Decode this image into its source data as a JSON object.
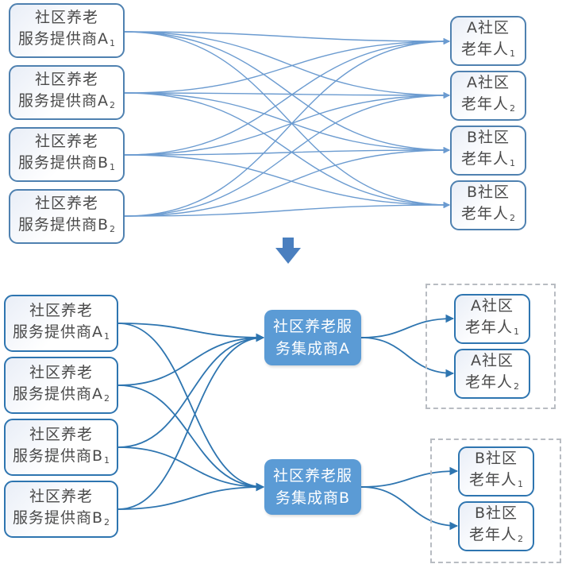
{
  "colors": {
    "node_border": "#4f81b0",
    "top_line": "#6b9bd0",
    "bottom_line": "#2e75b0",
    "integrator_fill": "#5b9bd5",
    "frame": "#b8bcc2",
    "arrow_down": "#4a7fbf"
  },
  "top": {
    "providers": [
      {
        "id": "A1",
        "line1": "社区养老",
        "line2": "服务提供商A",
        "sub": "1"
      },
      {
        "id": "A2",
        "line1": "社区养老",
        "line2": "服务提供商A",
        "sub": "2"
      },
      {
        "id": "B1",
        "line1": "社区养老",
        "line2": "服务提供商B",
        "sub": "1"
      },
      {
        "id": "B2",
        "line1": "社区养老",
        "line2": "服务提供商B",
        "sub": "2"
      }
    ],
    "elders": [
      {
        "id": "A1",
        "line1": "A社区",
        "line2": "老年人",
        "sub": "1"
      },
      {
        "id": "A2",
        "line1": "A社区",
        "line2": "老年人",
        "sub": "2"
      },
      {
        "id": "B1",
        "line1": "B社区",
        "line2": "老年人",
        "sub": "1"
      },
      {
        "id": "B2",
        "line1": "B社区",
        "line2": "老年人",
        "sub": "2"
      }
    ],
    "connections": "all-to-all"
  },
  "transition": {
    "icon": "down-arrow-icon"
  },
  "bottom": {
    "providers": [
      {
        "id": "A1",
        "line1": "社区养老",
        "line2": "服务提供商A",
        "sub": "1"
      },
      {
        "id": "A2",
        "line1": "社区养老",
        "line2": "服务提供商A",
        "sub": "2"
      },
      {
        "id": "B1",
        "line1": "社区养老",
        "line2": "服务提供商B",
        "sub": "1"
      },
      {
        "id": "B2",
        "line1": "社区养老",
        "line2": "服务提供商B",
        "sub": "2"
      }
    ],
    "integrators": [
      {
        "id": "A",
        "line1": "社区养老服",
        "line2": "务集成商A"
      },
      {
        "id": "B",
        "line1": "社区养老服",
        "line2": "务集成商B"
      }
    ],
    "groups": [
      {
        "id": "A",
        "elders": [
          {
            "id": "A1",
            "line1": "A社区",
            "line2": "老年人",
            "sub": "1"
          },
          {
            "id": "A2",
            "line1": "A社区",
            "line2": "老年人",
            "sub": "2"
          }
        ]
      },
      {
        "id": "B",
        "elders": [
          {
            "id": "B1",
            "line1": "B社区",
            "line2": "老年人",
            "sub": "1"
          },
          {
            "id": "B2",
            "line1": "B社区",
            "line2": "老年人",
            "sub": "2"
          }
        ]
      }
    ]
  }
}
